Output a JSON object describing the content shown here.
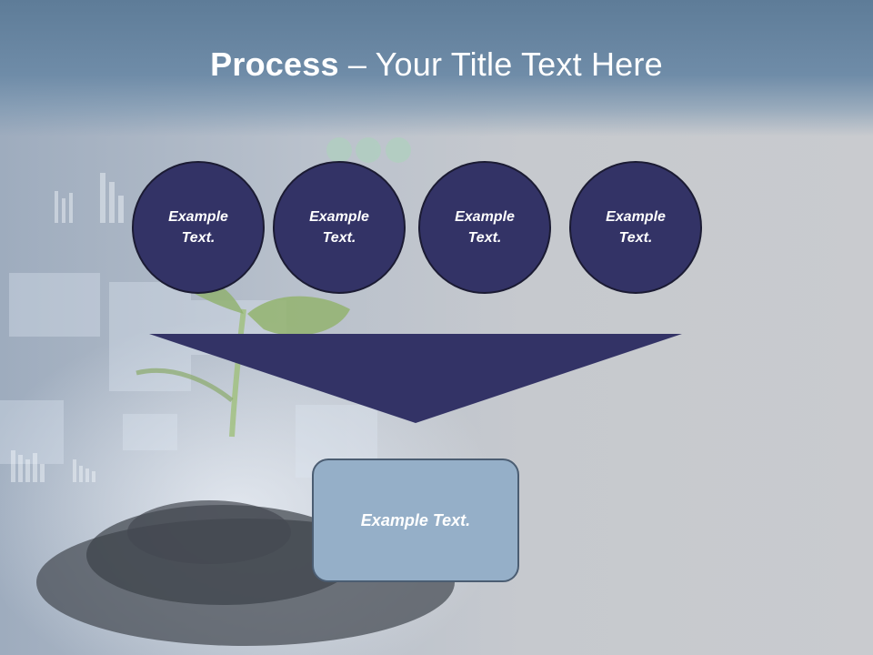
{
  "slide": {
    "title_bold": "Process",
    "title_rest": " – Your Title Text Here",
    "circles": [
      {
        "text": "Example\nText."
      },
      {
        "text": "Example\nText."
      },
      {
        "text": "Example\nText."
      },
      {
        "text": "Example\nText."
      }
    ],
    "result_text": "Example Text.",
    "colors": {
      "circle_fill": "#333366",
      "funnel_fill": "#333366",
      "box_fill": "#95afc8",
      "title_band": "#6f8ca8"
    }
  }
}
